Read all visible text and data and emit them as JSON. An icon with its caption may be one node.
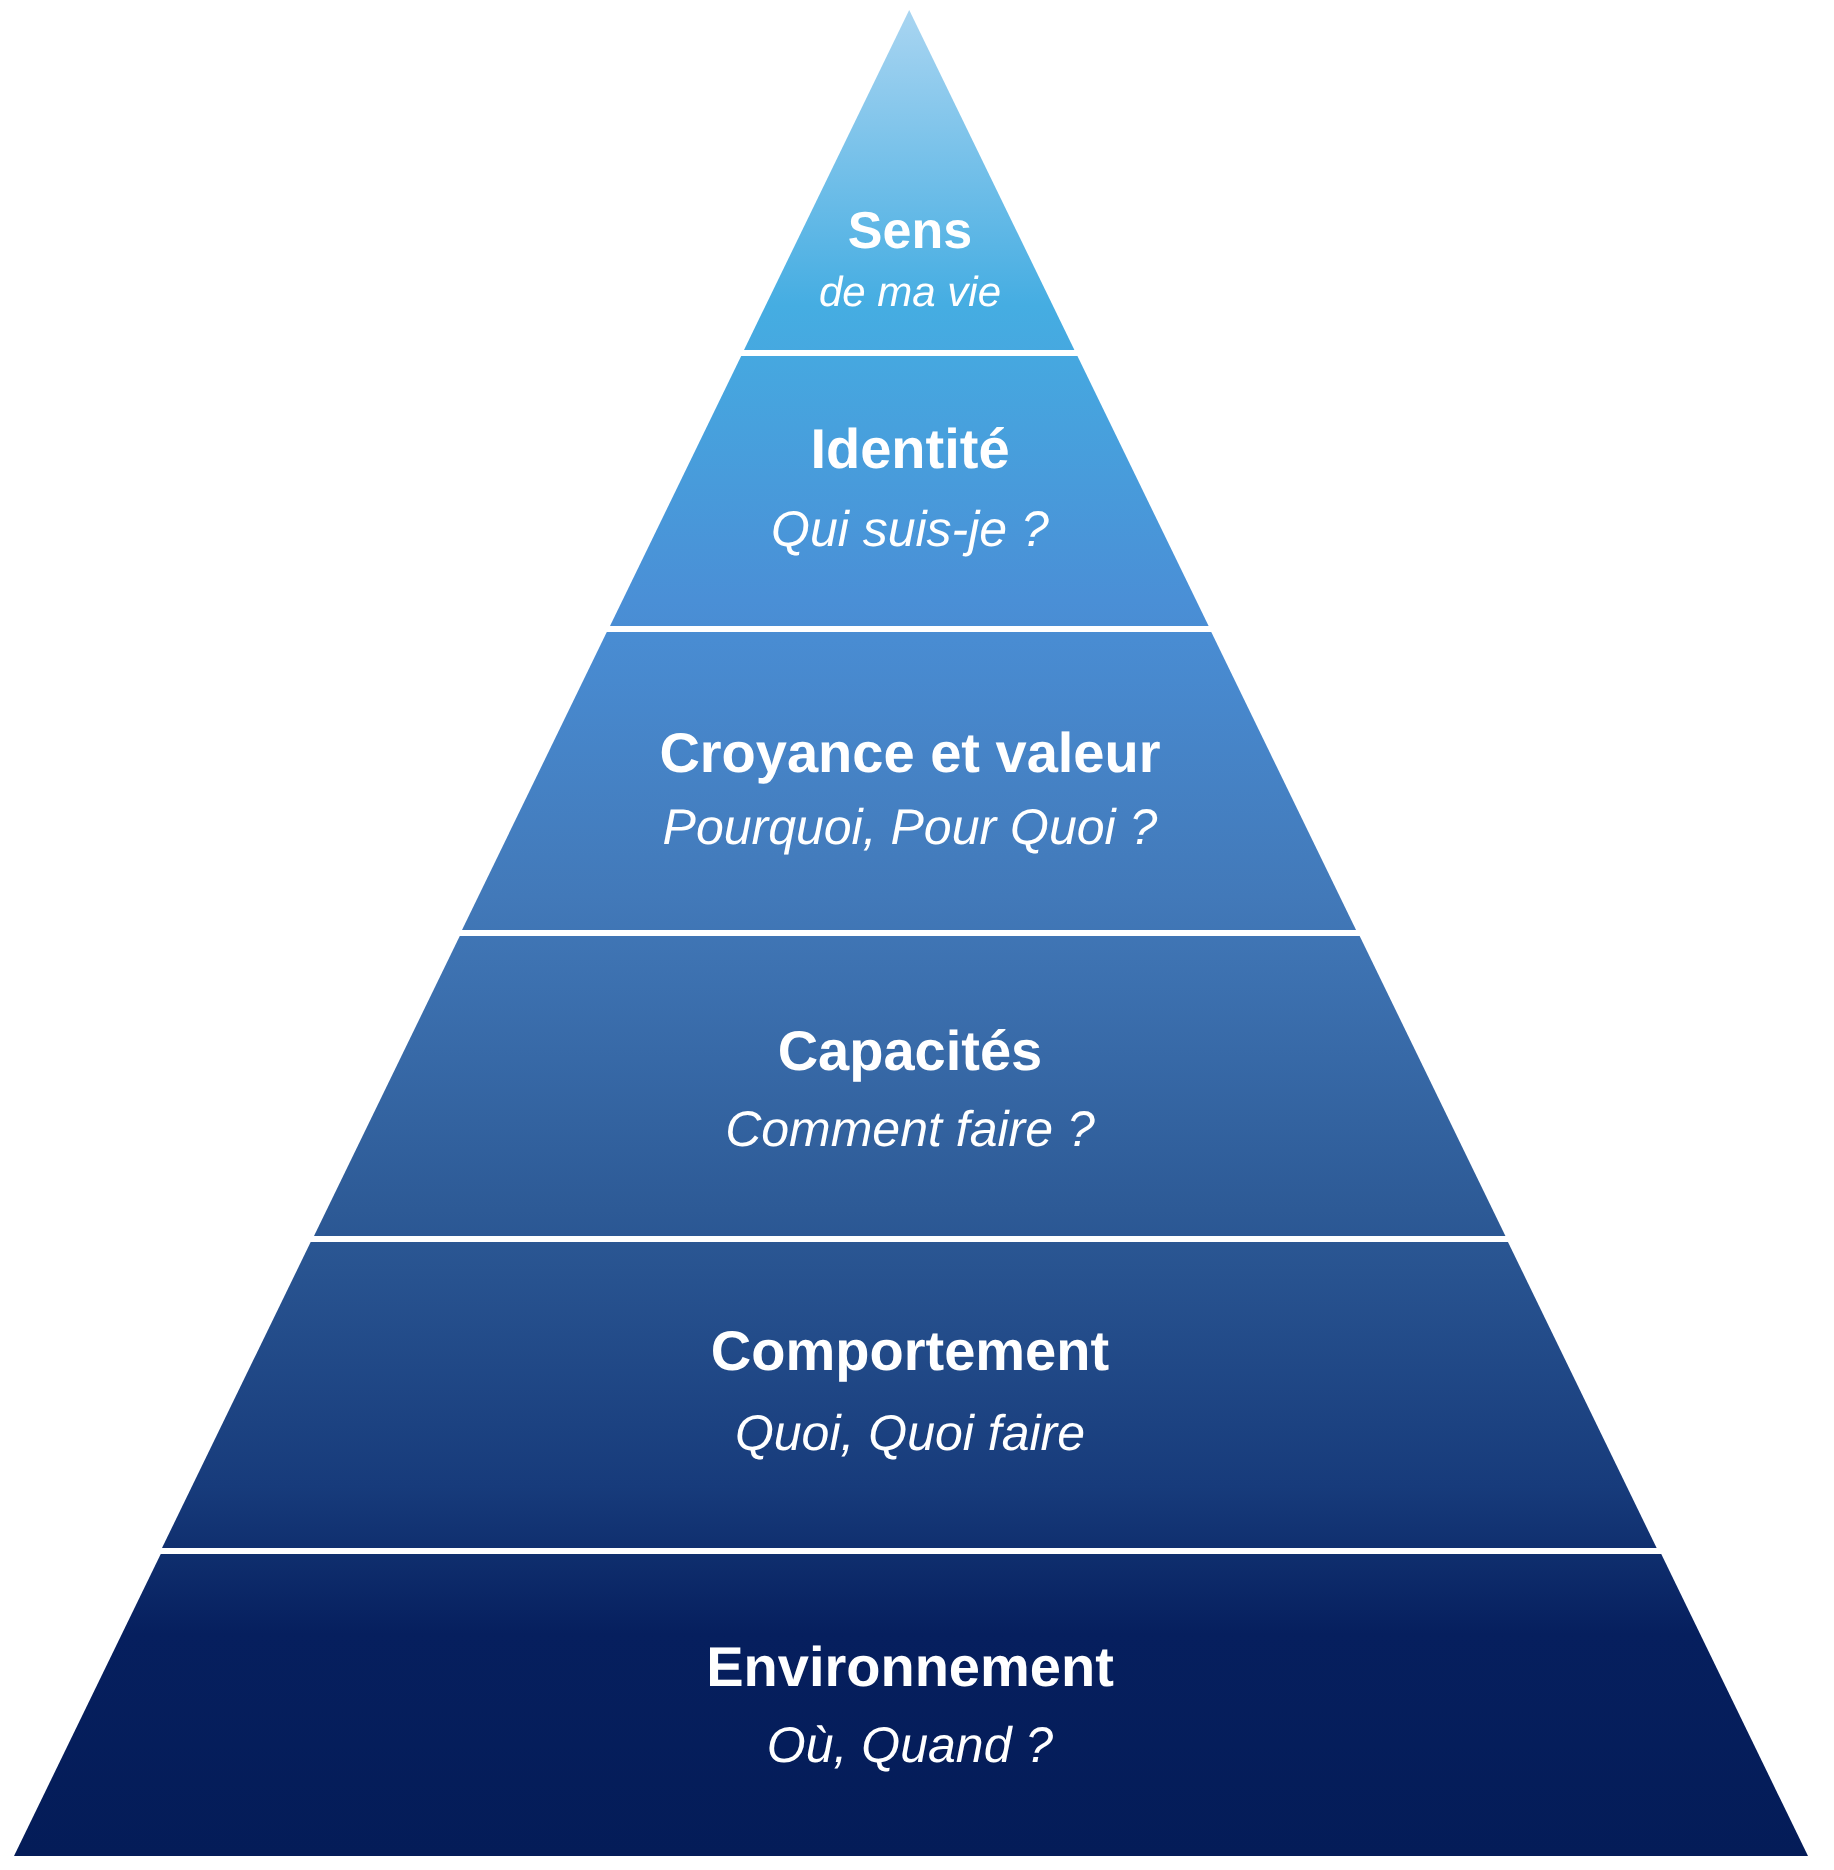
{
  "diagram": {
    "nodes": [
      {
        "text": [
          "Sens",
          "de ma vie"
        ]
      },
      {
        "text": [
          "Identité",
          "Qui suis-je ?"
        ]
      },
      {
        "text": [
          "Croyance et valeur",
          "Pourquoi, Pour Quoi ?"
        ]
      },
      {
        "text": [
          "Capacités",
          "Comment faire ?"
        ]
      },
      {
        "text": [
          "Comportement",
          "Quoi, Quoi faire"
        ]
      },
      {
        "text": [
          "Environnement",
          "Où, Quand ?"
        ]
      }
    ]
  }
}
